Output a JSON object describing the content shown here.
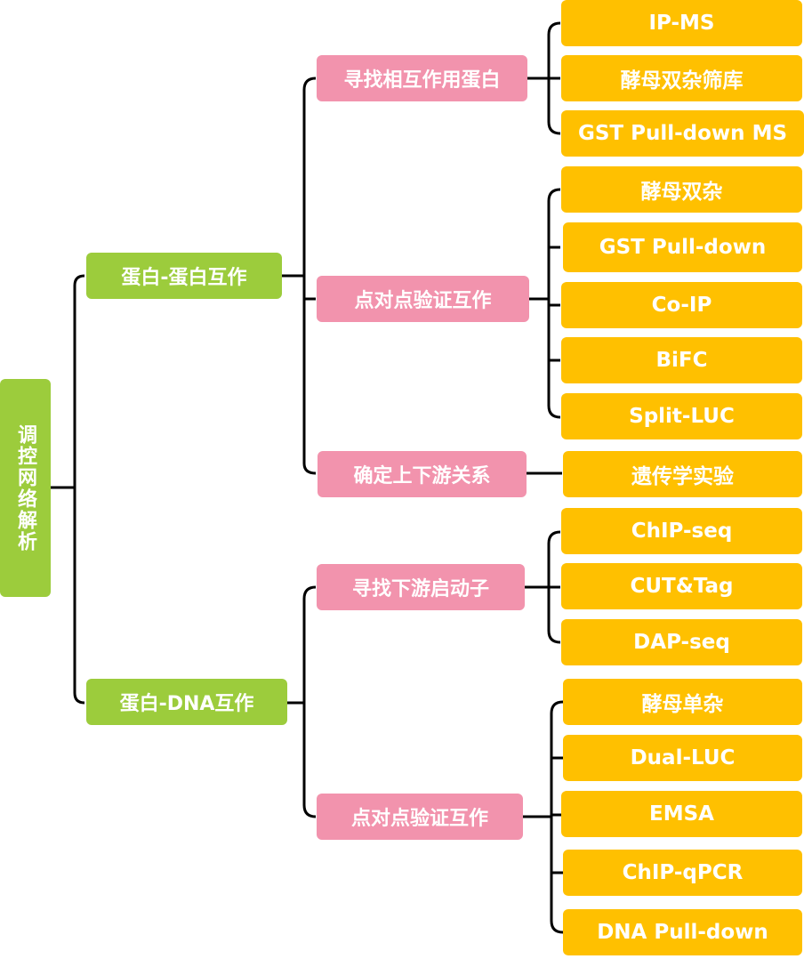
{
  "root": {
    "label": "调控网络解析"
  },
  "branches": [
    {
      "label": "蛋白-蛋白互作",
      "children": [
        {
          "label": "寻找相互作用蛋白",
          "methods": [
            "IP-MS",
            "酵母双杂筛库",
            "GST Pull-down MS"
          ]
        },
        {
          "label": "点对点验证互作",
          "methods": [
            "酵母双杂",
            "GST Pull-down",
            "Co-IP",
            "BiFC",
            "Split-LUC"
          ]
        },
        {
          "label": "确定上下游关系",
          "methods": [
            "遗传学实验"
          ]
        }
      ]
    },
    {
      "label": "蛋白-DNA互作",
      "children": [
        {
          "label": "寻找下游启动子",
          "methods": [
            "ChIP-seq",
            "CUT&Tag",
            "DAP-seq"
          ]
        },
        {
          "label": "点对点验证互作",
          "methods": [
            "酵母单杂",
            "Dual-LUC",
            "EMSA",
            "ChIP-qPCR",
            "DNA Pull-down"
          ]
        }
      ]
    }
  ],
  "colors": {
    "root": "#9ccc3c",
    "branch": "#9ccc3c",
    "category": "#f293ad",
    "method": "#ffc000",
    "text": "#ffffff",
    "line": "#000000"
  }
}
